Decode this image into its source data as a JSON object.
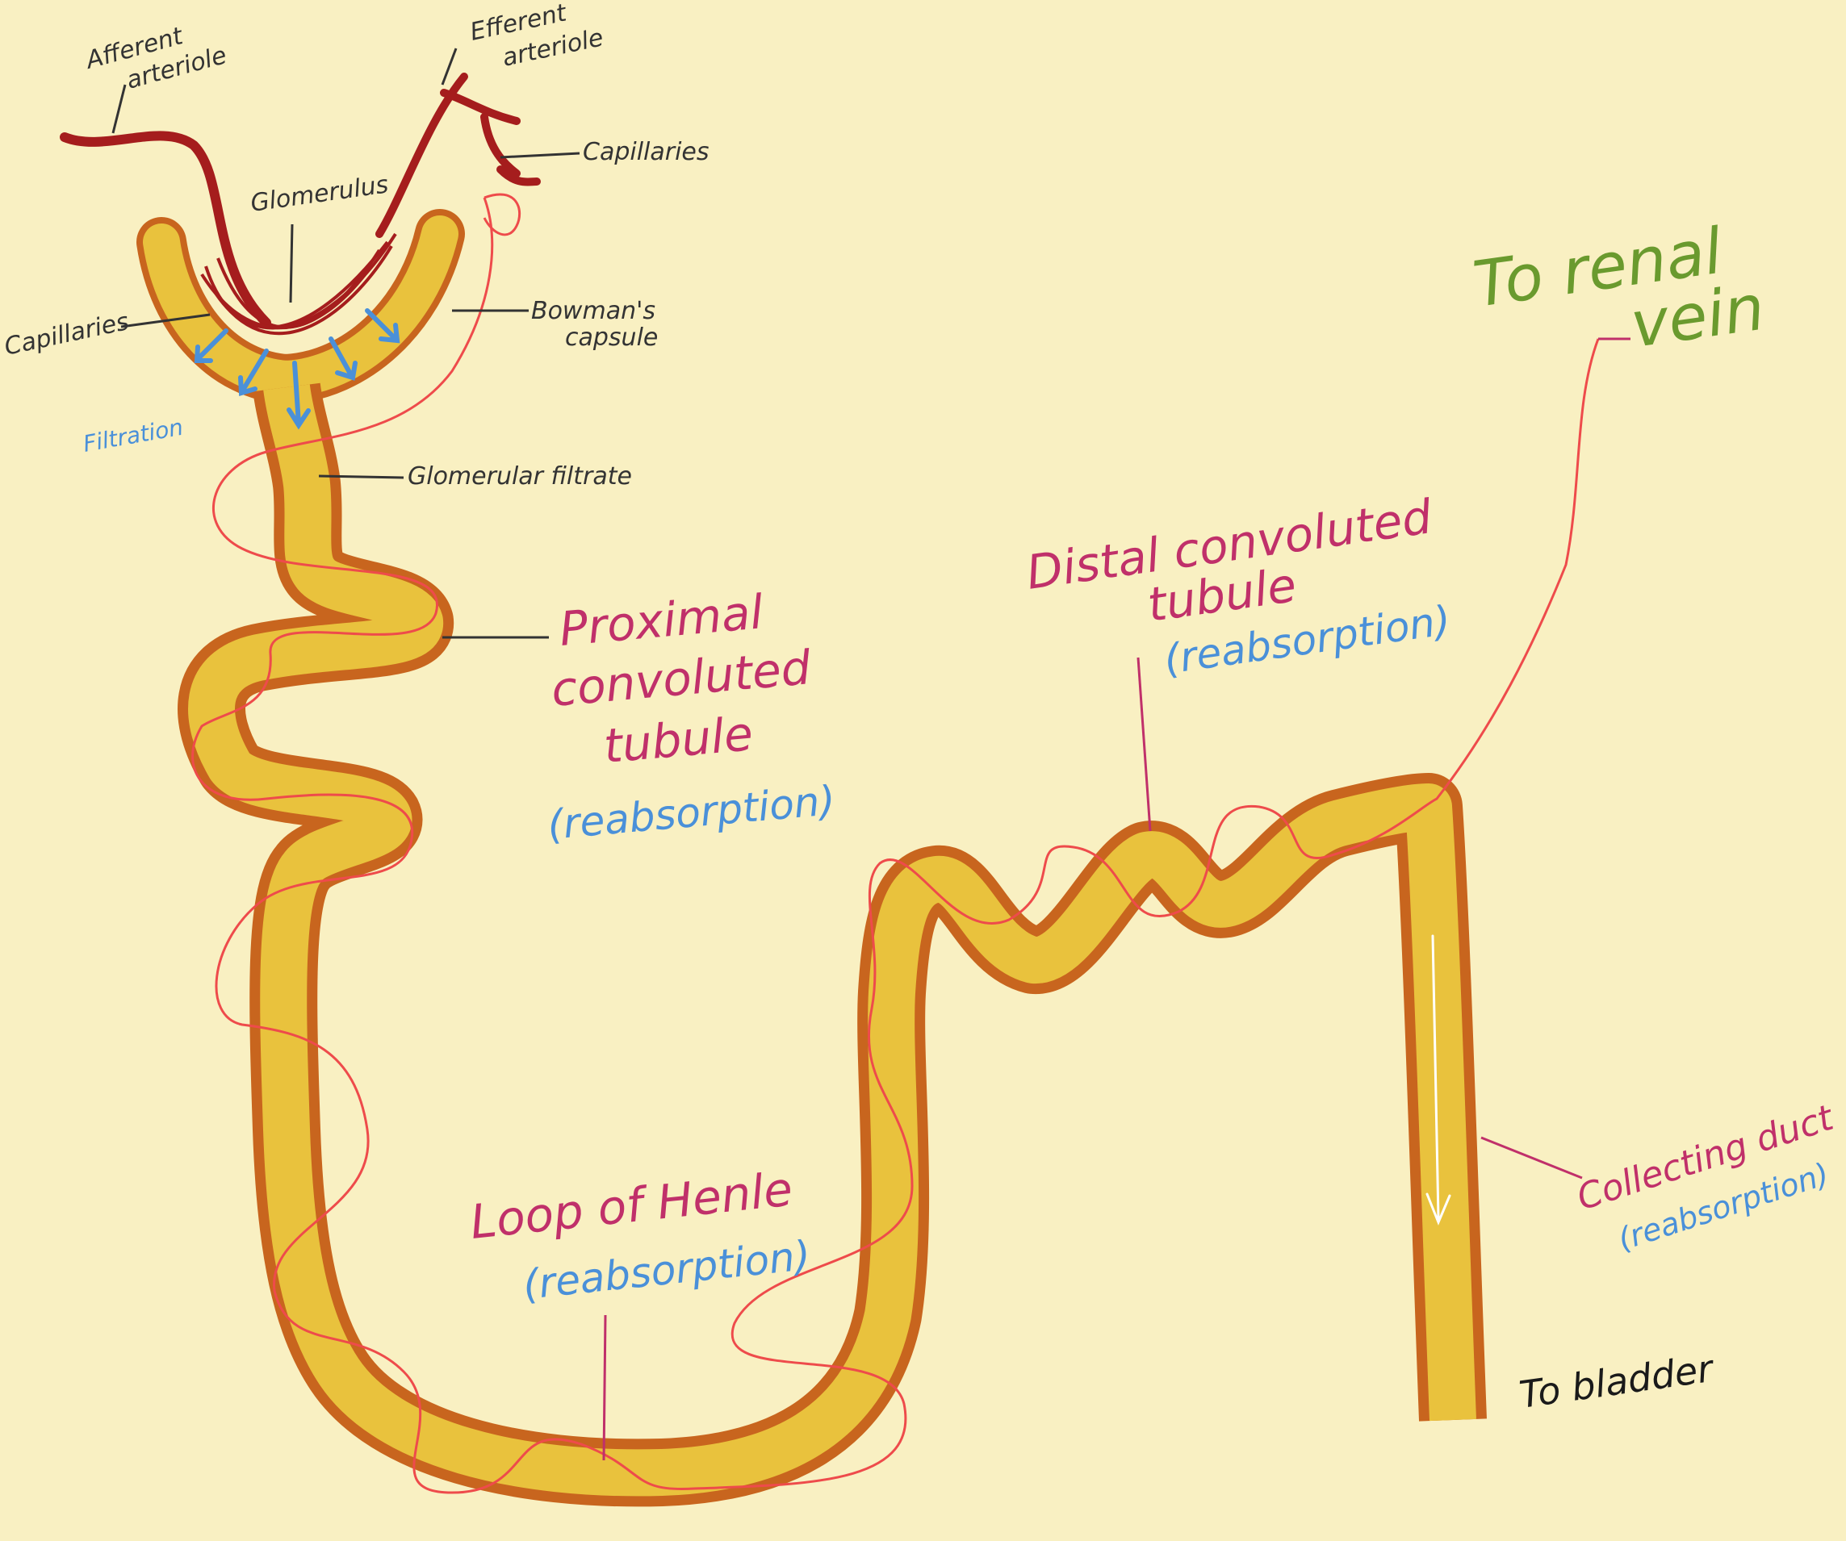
{
  "colors": {
    "background": "#f9f0c2",
    "tubule_fill": "#e9c23d",
    "tubule_outline": "#c8651e",
    "artery": "#a51d1d",
    "capillary_network": "#ee4b4b",
    "filtration_arrows": "#4a90d9",
    "label_pink": "#c0306a",
    "label_blue": "#4a90d9",
    "label_green": "#6a9a2e",
    "label_dark": "#333333"
  },
  "labels": {
    "afferent_line1": "Afferent",
    "afferent_line2": "arteriole",
    "efferent_line1": "Efferent",
    "efferent_line2": "arteriole",
    "capillaries_top": "Capillaries",
    "glomerulus": "Glomerulus",
    "capillaries_left": "Capillaries",
    "bowmans_line1": "Bowman's",
    "bowmans_line2": "capsule",
    "filtration": "Filtration",
    "glomerular_filtrate": "Glomerular filtrate",
    "proximal_line1": "Proximal",
    "proximal_line2": "convoluted",
    "proximal_line3": "tubule",
    "proximal_note": "(reabsorption)",
    "loop_title": "Loop of Henle",
    "loop_note": "(reabsorption)",
    "distal_line1": "Distal convoluted",
    "distal_line2": "tubule",
    "distal_note": "(reabsorption)",
    "renal_line1": "To renal",
    "renal_line2": "vein",
    "collecting_title": "Collecting duct",
    "collecting_note": "(reabsorption)",
    "bladder": "To bladder"
  }
}
